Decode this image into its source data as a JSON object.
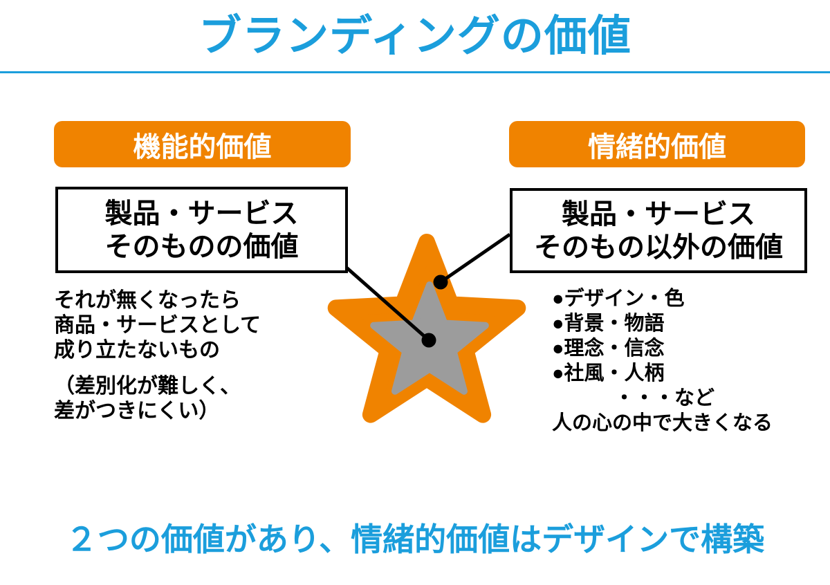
{
  "slide": {
    "title": "ブランディングの価値",
    "conclusion": "２つの価値があり、情緒的価値はデザインで構築"
  },
  "colors": {
    "accent_blue": "#1B9EDC",
    "brand_orange": "#F08300",
    "inner_star_gray": "#9C9C9C",
    "connector_black": "#000000"
  },
  "functional": {
    "header": "機能的価値",
    "box_lines": [
      "製品・サービス",
      "そのものの価値"
    ],
    "desc_lines": [
      "それが無くなったら",
      "商品・サービスとして",
      "成り立たないもの"
    ],
    "note_lines": [
      "（差別化が難しく、",
      "差がつきにくい）"
    ]
  },
  "emotional": {
    "header": "情緒的価値",
    "box_lines": [
      "製品・サービス",
      "そのもの以外の価値"
    ],
    "bullets": [
      "●デザイン・色",
      "●背景・物語",
      "●理念・信念",
      "●社風・人柄"
    ],
    "etc_label": "・・・など",
    "growth_note": "人の心の中で大きくなる"
  }
}
